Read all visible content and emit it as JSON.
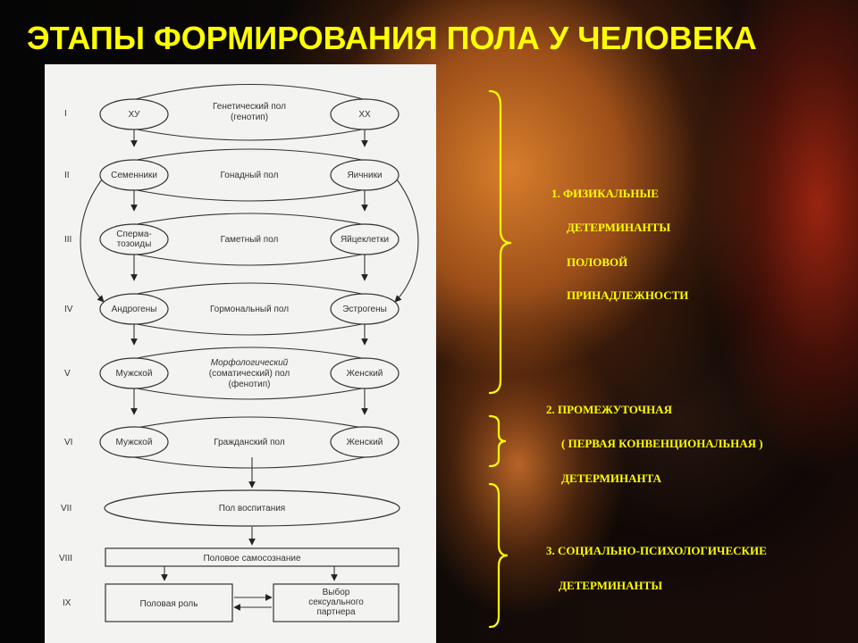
{
  "title": "ЭТАПЫ ФОРМИРОВАНИЯ ПОЛА У ЧЕЛОВЕКА",
  "stages": [
    {
      "num": "I",
      "left": "ХУ",
      "center": [
        "Генетический пол",
        "(генотип)"
      ],
      "right": "ХХ"
    },
    {
      "num": "II",
      "left": "Семенники",
      "center": [
        "Гонадный пол"
      ],
      "right": "Яичники"
    },
    {
      "num": "III",
      "left": [
        "Сперма-",
        "тозоиды"
      ],
      "center": [
        "Гаметный пол"
      ],
      "right": "Яйцеклетки"
    },
    {
      "num": "IV",
      "left": "Андрогены",
      "center": [
        "Гормональный пол"
      ],
      "right": "Эстрогены"
    },
    {
      "num": "V",
      "left": "Мужской",
      "center": [
        "Морфологический",
        "(соматический) пол",
        "(фенотип)"
      ],
      "right": "Женский"
    },
    {
      "num": "VI",
      "left": "Мужской",
      "center": [
        "Гражданский пол"
      ],
      "right": "Женский"
    },
    {
      "num": "VII",
      "center": [
        "Пол воспитания"
      ]
    },
    {
      "num": "VIII",
      "center": [
        "Половое самосознание"
      ]
    },
    {
      "num": "IX",
      "left": "Половая роль",
      "right": [
        "Выбор",
        "сексуального",
        "партнера"
      ]
    }
  ],
  "determinants": [
    {
      "lines": [
        "1. ФИЗИКАЛЬНЫЕ",
        "ДЕТЕРМИНАНТЫ",
        "ПОЛОВОЙ",
        "ПРИНАДЛЕЖНОСТИ"
      ]
    },
    {
      "lines": [
        "2.  ПРОМЕЖУТОЧНАЯ",
        "( ПЕРВАЯ КОНВЕНЦИОНАЛЬНАЯ )",
        "ДЕТЕРМИНАНТА"
      ]
    },
    {
      "lines": [
        "3. СОЦИАЛЬНО-ПСИХОЛОГИЧЕСКИЕ",
        "ДЕТЕРМИНАНТЫ"
      ]
    }
  ],
  "colors": {
    "title": "#ffff00",
    "labels": "#ffff00",
    "bracket": "#ffff00",
    "panel": "#f3f3f1",
    "ink": "#222222"
  }
}
